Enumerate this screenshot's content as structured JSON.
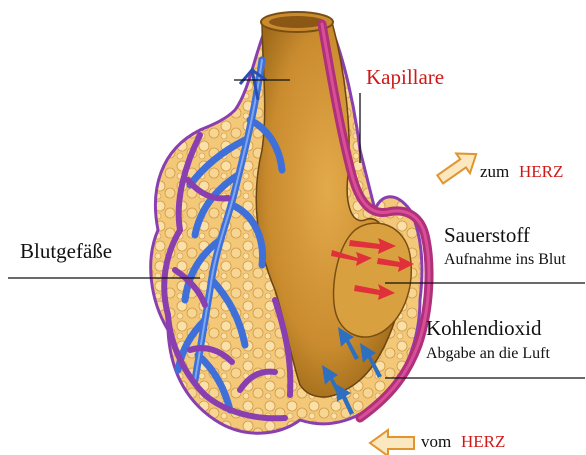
{
  "labels": {
    "kapillare": "Kapillare",
    "zum": "zum",
    "herz_out": "HERZ",
    "sauerstoff": "Sauerstoff",
    "sauerstoff_sub": "Aufnahme ins Blut",
    "blutgefaesse": "Blutgefäße",
    "kohlendioxid": "Kohlendioxid",
    "kohlendioxid_sub": "Abgabe an die Luft",
    "vom": "vom",
    "herz_in": "HERZ"
  },
  "colors": {
    "tissue_light": "#e8b25a",
    "tissue_dark": "#a8741e",
    "artery_blue": "#3f6fd8",
    "vein_purple": "#8a3fb0",
    "capillary_magenta": "#b0307a",
    "oxygen_arrow": "#e0303a",
    "co2_arrow": "#2f6fc0",
    "flow_arrow": "#f0b050",
    "label_red": "#d01818"
  },
  "icons": {
    "flow_out": "arrow-up-right-icon",
    "flow_in": "arrow-left-icon"
  }
}
